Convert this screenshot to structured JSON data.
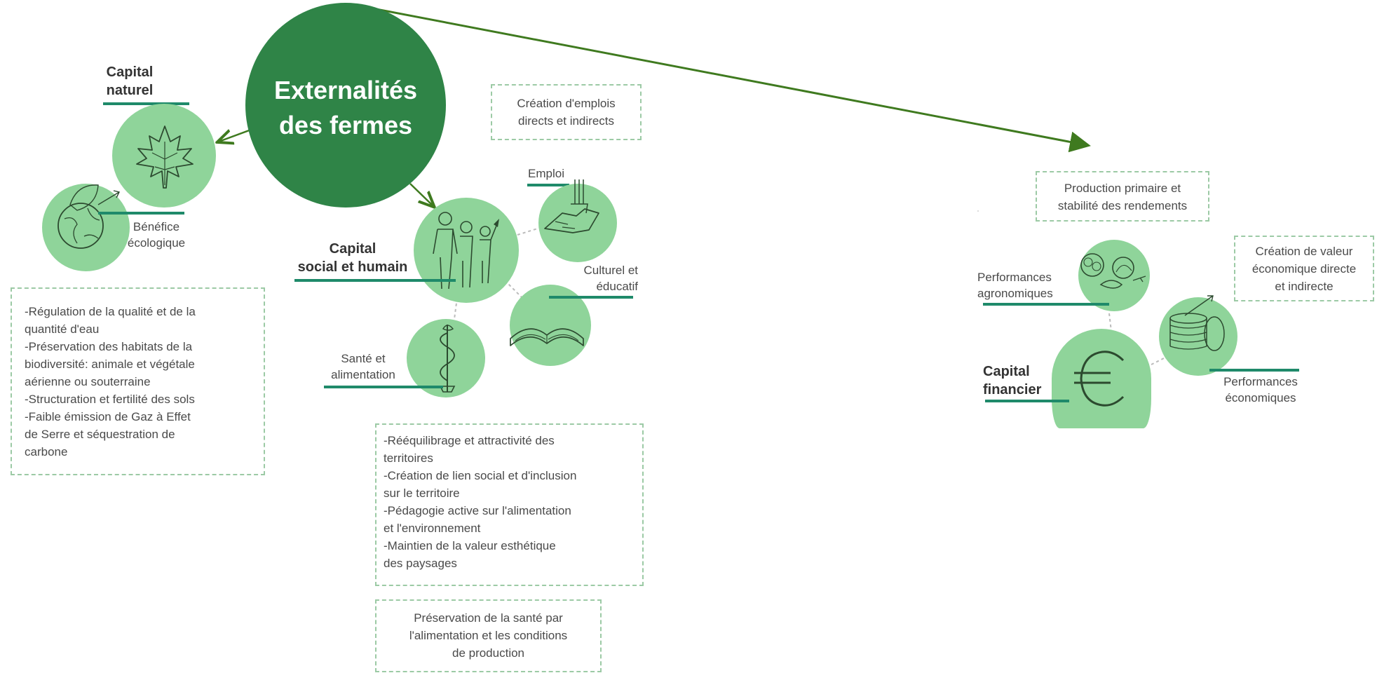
{
  "title": {
    "line1": "Externalités",
    "line2": "des fermes"
  },
  "capital_naturel": {
    "label_line1": "Capital",
    "label_line2": "naturel",
    "benefit_line1": "Bénéfice",
    "benefit_line2": "écologique",
    "details": [
      "-Régulation de la qualité et de la",
      "quantité d'eau",
      "-Préservation des habitats de la",
      "biodiversité: animale et végétale",
      "aérienne ou souterraine",
      "-Structuration et fertilité des sols",
      "-Faible émission de Gaz à Effet",
      "de Serre et séquestration de",
      "carbone"
    ],
    "icons": [
      "maple-leaf-icon",
      "earth-leaf-icon"
    ]
  },
  "capital_social": {
    "label_line1": "Capital",
    "label_line2": "social et humain",
    "emploi": "Emploi",
    "emploi_box_line1": "Création d'emplois",
    "emploi_box_line2": "directs et indirects",
    "culturel_line1": "Culturel et",
    "culturel_line2": "éducatif",
    "sante_line1": "Santé et",
    "sante_line2": "alimentation",
    "details": [
      "-Rééquilibrage et attractivité des",
      "territoires",
      "-Création de lien social et d'inclusion",
      "sur le territoire",
      "-Pédagogie active sur l'alimentation",
      "et l'environnement",
      "-Maintien de la valeur esthétique",
      "des paysages"
    ],
    "sante_box_line1": "Préservation de la santé par",
    "sante_box_line2": "l'alimentation et les conditions",
    "sante_box_line3": "de production",
    "icons": [
      "people-icon",
      "handshake-icon",
      "open-book-icon",
      "caduceus-icon"
    ]
  },
  "capital_financier": {
    "label_line1": "Capital",
    "label_line2": "financier",
    "production_box_line1": "Production primaire et",
    "production_box_line2": "stabilité des rendements",
    "agro_line1": "Performances",
    "agro_line2": "agronomiques",
    "valeur_box_line1": "Création de valeur",
    "valeur_box_line2": "économique directe",
    "valeur_box_line3": "et indirecte",
    "eco_line1": "Performances",
    "eco_line2": "économiques",
    "icons": [
      "euro-icon",
      "vegetables-icon",
      "coins-icon"
    ]
  },
  "colors": {
    "dark_green": "#2f8447",
    "light_green": "#8fd49a",
    "underline": "#1f8a6a",
    "arrow": "#3f7a1f"
  }
}
